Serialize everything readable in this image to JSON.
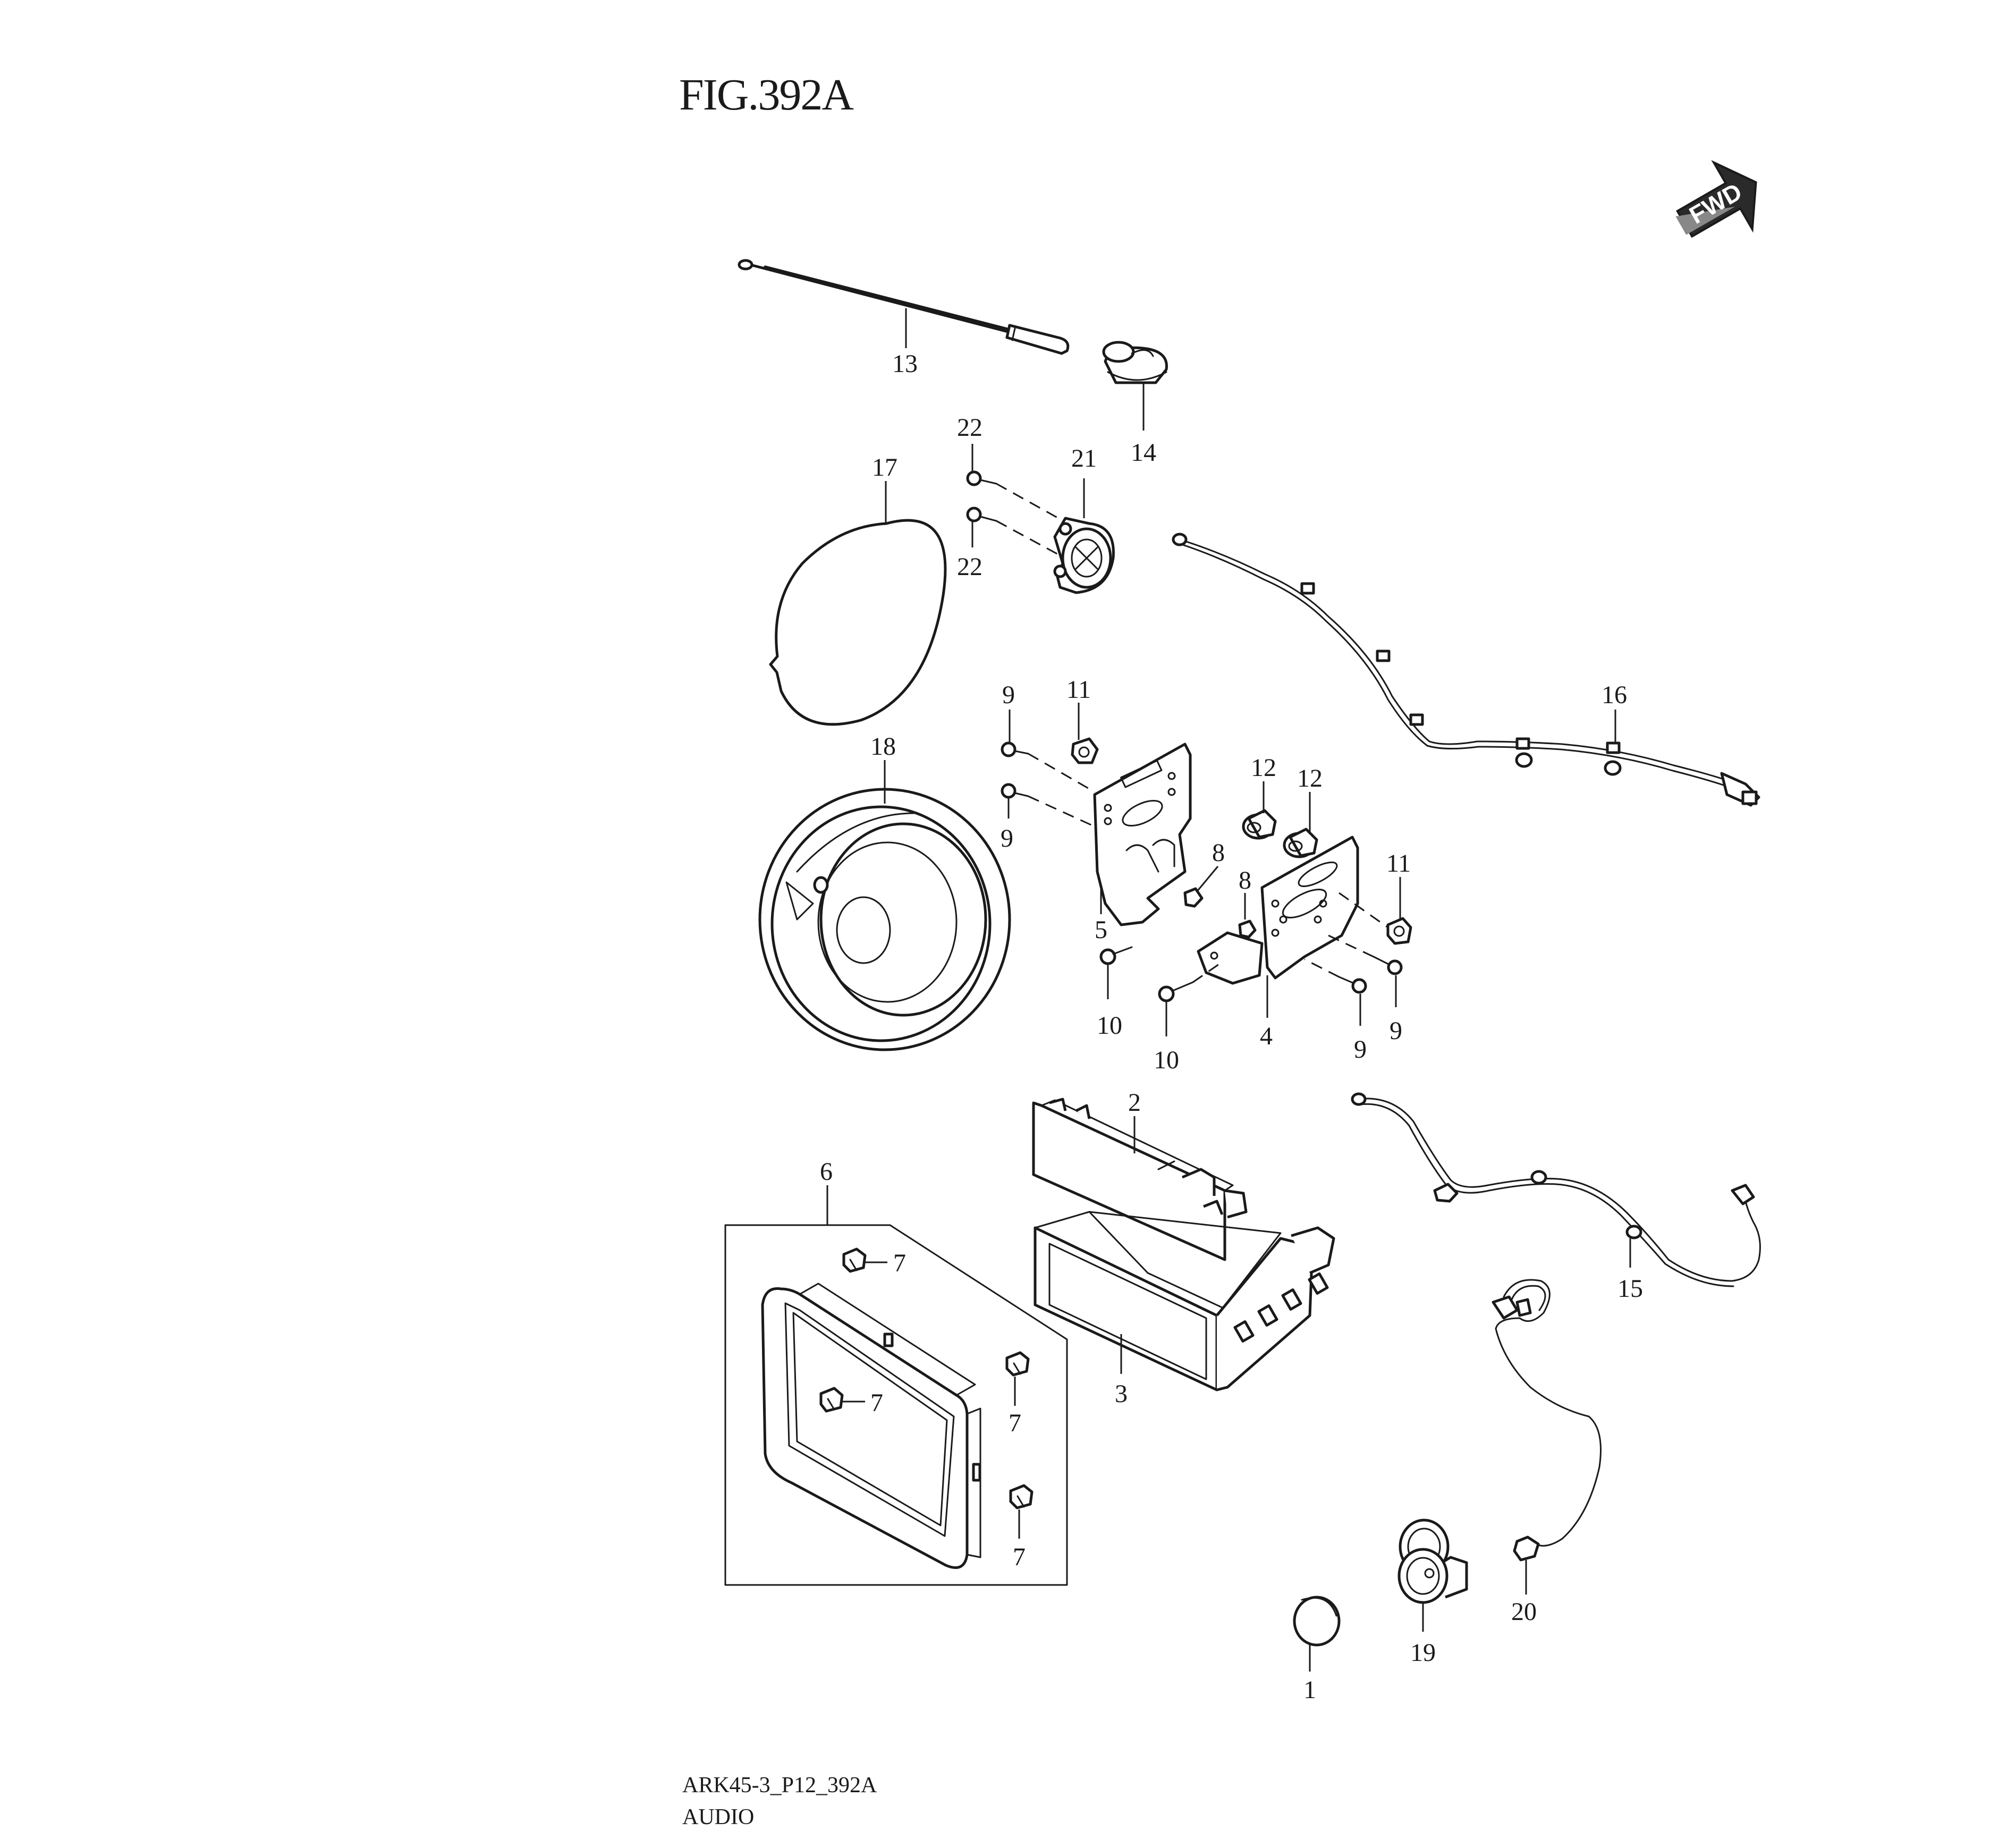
{
  "figure": {
    "title": "FIG.392A",
    "code": "ARK45-3_P12_392A",
    "caption": "AUDIO",
    "fwd_label": "FWD"
  },
  "callouts": {
    "c1": "1",
    "c2": "2",
    "c3": "3",
    "c4": "4",
    "c5": "5",
    "c6": "6",
    "c7a": "7",
    "c7b": "7",
    "c7c": "7",
    "c7d": "7",
    "c8a": "8",
    "c8b": "8",
    "c9a": "9",
    "c9b": "9",
    "c9c": "9",
    "c9d": "9",
    "c10a": "10",
    "c10b": "10",
    "c11a": "11",
    "c11b": "11",
    "c12a": "12",
    "c12b": "12",
    "c13": "13",
    "c14": "14",
    "c15": "15",
    "c16": "16",
    "c17": "17",
    "c18": "18",
    "c19": "19",
    "c20": "20",
    "c21": "21",
    "c22a": "22",
    "c22b": "22"
  }
}
